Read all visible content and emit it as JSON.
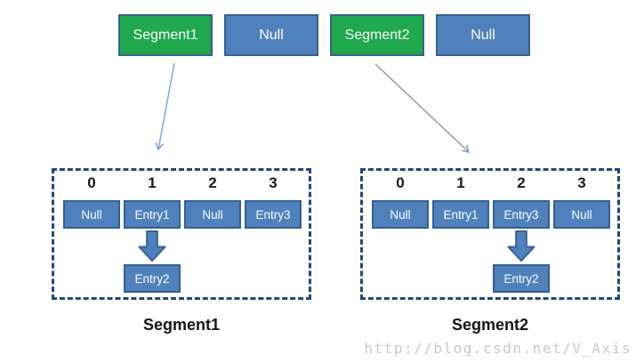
{
  "colors": {
    "green": "#1fa84d",
    "blue": "#4f81bd",
    "box_border": "#38618c",
    "cell_border": "#365f91",
    "dash_border": "#24467c",
    "arrow_blue": "#7d9fd0",
    "arrow_gray": "#90959c",
    "watermark_gray": "#c9c9c9"
  },
  "top_row": [
    {
      "label": "Segment1",
      "type": "segment"
    },
    {
      "label": "Null",
      "type": "null"
    },
    {
      "label": "Segment2",
      "type": "segment"
    },
    {
      "label": "Null",
      "type": "null"
    }
  ],
  "segments": [
    {
      "title": "Segment1",
      "indices": [
        "0",
        "1",
        "2",
        "3"
      ],
      "cells": [
        "Null",
        "Entry1",
        "Null",
        "Entry3"
      ],
      "hang_index": 1,
      "hang_label": "Entry2"
    },
    {
      "title": "Segment2",
      "indices": [
        "0",
        "1",
        "2",
        "3"
      ],
      "cells": [
        "Null",
        "Entry1",
        "Entry3",
        "Null"
      ],
      "hang_index": 2,
      "hang_label": "Entry2"
    }
  ],
  "watermark": "http://blog.csdn.net/V_Axis"
}
